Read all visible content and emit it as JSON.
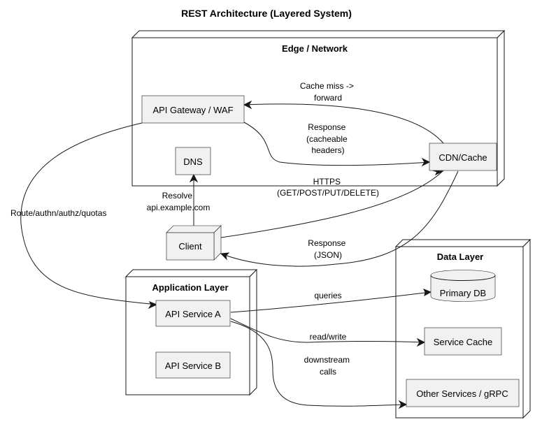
{
  "title": "REST Architecture (Layered System)",
  "clusters": {
    "edge": {
      "title": "Edge / Network"
    },
    "app": {
      "title": "Application Layer"
    },
    "data": {
      "title": "Data Layer"
    }
  },
  "nodes": {
    "api_gateway": "API Gateway / WAF",
    "dns": "DNS",
    "cdn": "CDN/Cache",
    "client": "Client",
    "service_a": "API Service A",
    "service_b": "API Service B",
    "primary_db": "Primary DB",
    "service_cache": "Service Cache",
    "other_services": "Other Services / gRPC"
  },
  "edges": {
    "cache_miss": [
      "Cache miss ->",
      "forward"
    ],
    "response_cacheable": [
      "Response",
      "(cacheable",
      "headers)"
    ],
    "https": [
      "HTTPS",
      "(GET/POST/PUT/DELETE)"
    ],
    "resolve": [
      "Resolve",
      "api.example.com"
    ],
    "route": [
      "Route/authn/authz/quotas"
    ],
    "response_json": [
      "Response",
      "(JSON)"
    ],
    "queries": [
      "queries"
    ],
    "read_write": [
      "read/write"
    ],
    "downstream": [
      "downstream",
      "calls"
    ]
  }
}
